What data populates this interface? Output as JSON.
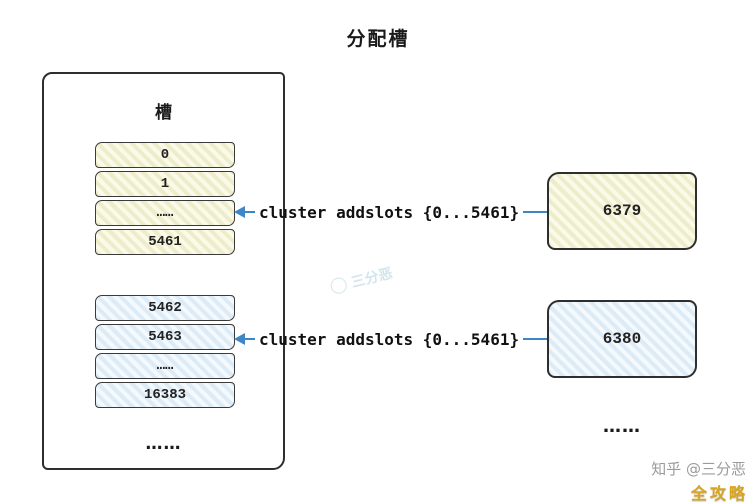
{
  "title": "分配槽",
  "outer": {
    "label": "槽",
    "bottom_dots": "……"
  },
  "group1": {
    "rows": [
      "0",
      "1",
      "……",
      "5461"
    ]
  },
  "group2": {
    "rows": [
      "5462",
      "5463",
      "……",
      "16383"
    ]
  },
  "connectors": {
    "label1": "cluster addslots {0...5461}",
    "label2": "cluster addslots {0...5461}"
  },
  "nodes": {
    "node1": "6379",
    "node2": "6380",
    "dots": "……"
  },
  "watermarks": {
    "center": "三分恶",
    "zhihu": "知乎 @三分恶",
    "corner": "全攻略"
  },
  "colors": {
    "arrow_blue": "#3f86c6",
    "hatch_yellow_base": "#eeedcb",
    "hatch_blue_base": "#dcebf6",
    "corner_gold": "#d9a520",
    "border_dark": "#2e2e2e"
  }
}
